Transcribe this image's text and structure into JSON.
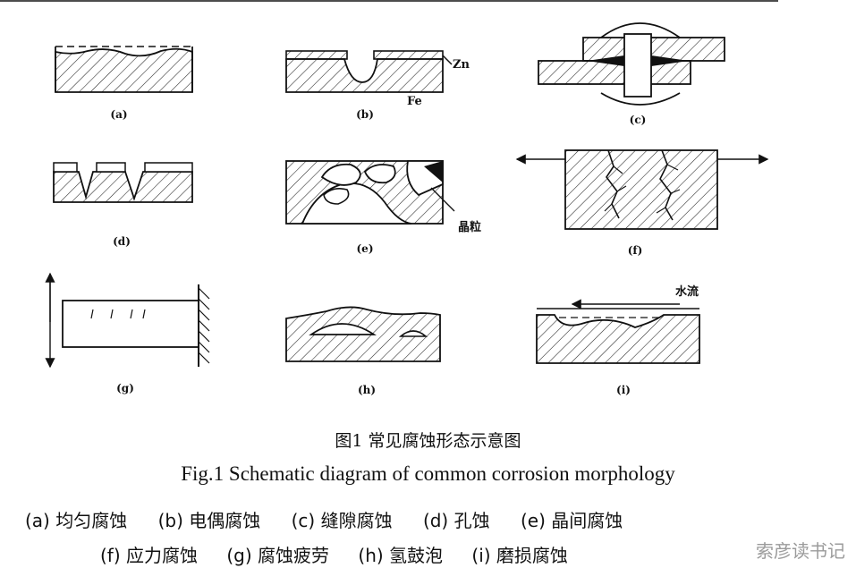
{
  "panels": {
    "a": {
      "label": "(a)"
    },
    "b": {
      "label": "(b)",
      "zn": "Zn",
      "fe": "Fe"
    },
    "c": {
      "label": "(c)"
    },
    "d": {
      "label": "(d)"
    },
    "e": {
      "label": "(e)",
      "grain": "晶粒"
    },
    "f": {
      "label": "(f)"
    },
    "g": {
      "label": "(g)"
    },
    "h": {
      "label": "(h)"
    },
    "i": {
      "label": "(i)",
      "flow": "水流"
    }
  },
  "caption": {
    "zh": "图1  常见腐蚀形态示意图",
    "en": "Fig.1 Schematic diagram of common corrosion morphology"
  },
  "legend": {
    "row1": [
      "(a) 均匀腐蚀",
      "(b) 电偶腐蚀",
      "(c) 缝隙腐蚀",
      "(d) 孔蚀",
      "(e) 晶间腐蚀"
    ],
    "row2": [
      "(f) 应力腐蚀",
      "(g) 腐蚀疲劳",
      "(h) 氢鼓泡",
      "(i) 磨损腐蚀"
    ]
  },
  "watermark": "索彦读书记"
}
